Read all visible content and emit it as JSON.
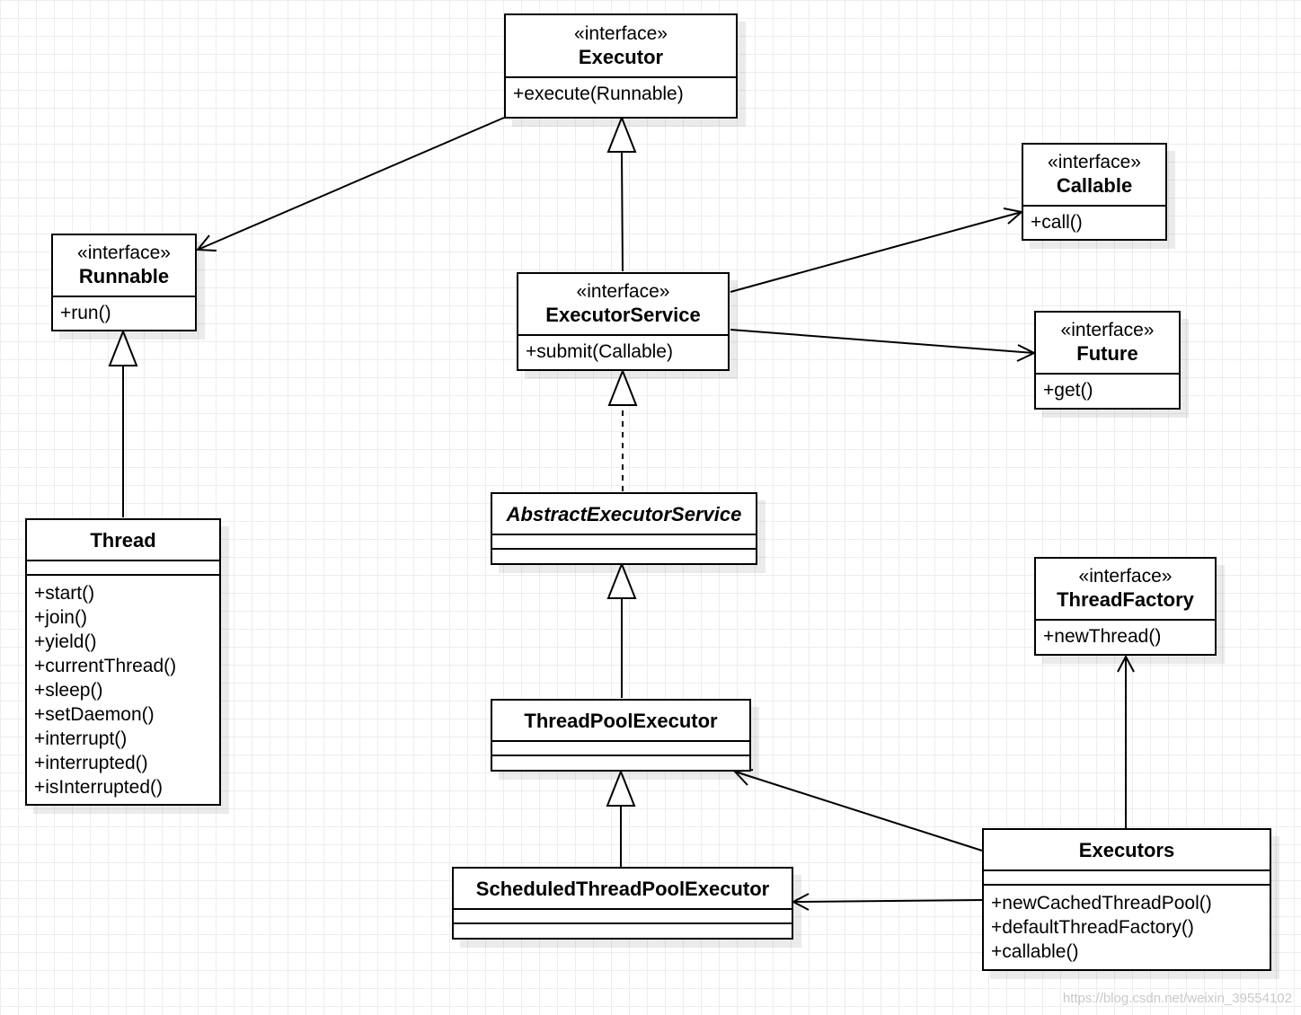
{
  "classes": {
    "executor": {
      "stereotype": "«interface»",
      "name": "Executor",
      "methods": [
        "+execute(Runnable)"
      ]
    },
    "runnable": {
      "stereotype": "«interface»",
      "name": "Runnable",
      "methods": [
        "+run()"
      ]
    },
    "callable": {
      "stereotype": "«interface»",
      "name": "Callable",
      "methods": [
        "+call()"
      ]
    },
    "executor_service": {
      "stereotype": "«interface»",
      "name": "ExecutorService",
      "methods": [
        "+submit(Callable)"
      ]
    },
    "future": {
      "stereotype": "«interface»",
      "name": "Future",
      "methods": [
        "+get()"
      ]
    },
    "abstract_executor_service": {
      "name": "AbstractExecutorService"
    },
    "thread_factory": {
      "stereotype": "«interface»",
      "name": "ThreadFactory",
      "methods": [
        "+newThread()"
      ]
    },
    "thread": {
      "name": "Thread",
      "methods": [
        "+start()",
        "+join()",
        "+yield()",
        "+currentThread()",
        "+sleep()",
        "+setDaemon()",
        "+interrupt()",
        "+interrupted()",
        "+isInterrupted()"
      ]
    },
    "thread_pool_executor": {
      "name": "ThreadPoolExecutor"
    },
    "scheduled_thread_pool_executor": {
      "name": "ScheduledThreadPoolExecutor"
    },
    "executors": {
      "name": "Executors",
      "methods": [
        "+newCachedThreadPool()",
        "+defaultThreadFactory()",
        "+callable()"
      ]
    }
  },
  "relations": [
    {
      "from": "ExecutorService",
      "to": "Executor",
      "kind": "generalization"
    },
    {
      "from": "Thread",
      "to": "Runnable",
      "kind": "realization"
    },
    {
      "from": "AbstractExecutorService",
      "to": "ExecutorService",
      "kind": "realization"
    },
    {
      "from": "ThreadPoolExecutor",
      "to": "AbstractExecutorService",
      "kind": "generalization"
    },
    {
      "from": "ScheduledThreadPoolExecutor",
      "to": "ThreadPoolExecutor",
      "kind": "generalization"
    },
    {
      "from": "Executor",
      "to": "Runnable",
      "kind": "dependency"
    },
    {
      "from": "ExecutorService",
      "to": "Callable",
      "kind": "dependency"
    },
    {
      "from": "ExecutorService",
      "to": "Future",
      "kind": "dependency"
    },
    {
      "from": "Executors",
      "to": "ThreadPoolExecutor",
      "kind": "dependency"
    },
    {
      "from": "Executors",
      "to": "ScheduledThreadPoolExecutor",
      "kind": "dependency"
    },
    {
      "from": "Executors",
      "to": "ThreadFactory",
      "kind": "dependency"
    }
  ],
  "watermark": "https://blog.csdn.net/weixin_39554102"
}
